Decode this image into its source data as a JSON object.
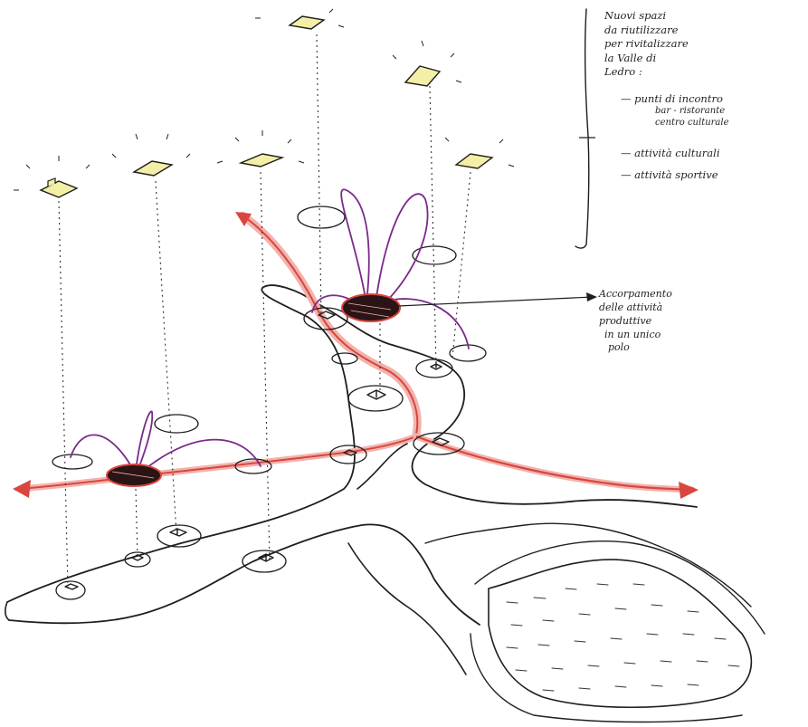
{
  "legend": {
    "title_lines": [
      "Nuovi spazi",
      "da riutilizzare",
      "per rivitalizzare",
      "la Valle di",
      "Ledro :"
    ],
    "items": [
      {
        "label": "punti di incontro",
        "sub": [
          "bar - ristorante",
          "centro culturale"
        ]
      },
      {
        "label": "attività culturali",
        "sub": []
      },
      {
        "label": "attività sportive",
        "sub": []
      }
    ]
  },
  "annotation": {
    "lines": [
      "Accorpamento",
      "delle attività",
      "produttive",
      "in un unico",
      "polo"
    ]
  },
  "colors": {
    "ink": "#1e1e1e",
    "route": "#d9463f",
    "route_light": "#f2b3ad",
    "arc": "#7a2a8a",
    "building": "#f3efa6",
    "hub": "#2a1416"
  }
}
